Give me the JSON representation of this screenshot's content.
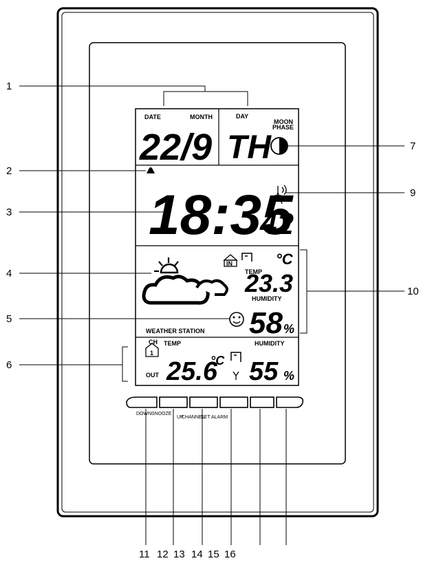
{
  "callouts": [
    "1",
    "2",
    "3",
    "4",
    "5",
    "6",
    "7",
    "9",
    "10"
  ],
  "bottom_numbers": [
    "11",
    "12",
    "13",
    "14",
    "15",
    "16"
  ],
  "display": {
    "date_label": "DATE",
    "month_label": "MONTH",
    "date_value": "22/9",
    "day_label": "DAY",
    "day_value": "TH",
    "moon_label_1": "MOON",
    "moon_label_2": "PHASE",
    "time_hm": "18:35",
    "time_sec": "42",
    "in_badge": "IN",
    "in_temp_label": "TEMP",
    "in_temp_unit": "°C",
    "in_temp_value": "23.3",
    "in_humidity_label": "HUMIDITY",
    "in_humidity_value": "58",
    "in_humidity_unit": "%",
    "weather_station": "WEATHER STATION",
    "ch_label": "CH",
    "ch_value": "1",
    "out_label": "OUT",
    "out_temp_label": "TEMP",
    "out_temp_value": "25.6",
    "out_temp_unit": "°C",
    "out_humidity_label": "HUMIDITY",
    "out_humidity_value": "55",
    "out_humidity_unit": "%"
  },
  "button_labels": [
    "DOWN",
    "SNOOZE",
    "UP",
    "CHANNEL",
    "SET",
    "ALARM"
  ]
}
